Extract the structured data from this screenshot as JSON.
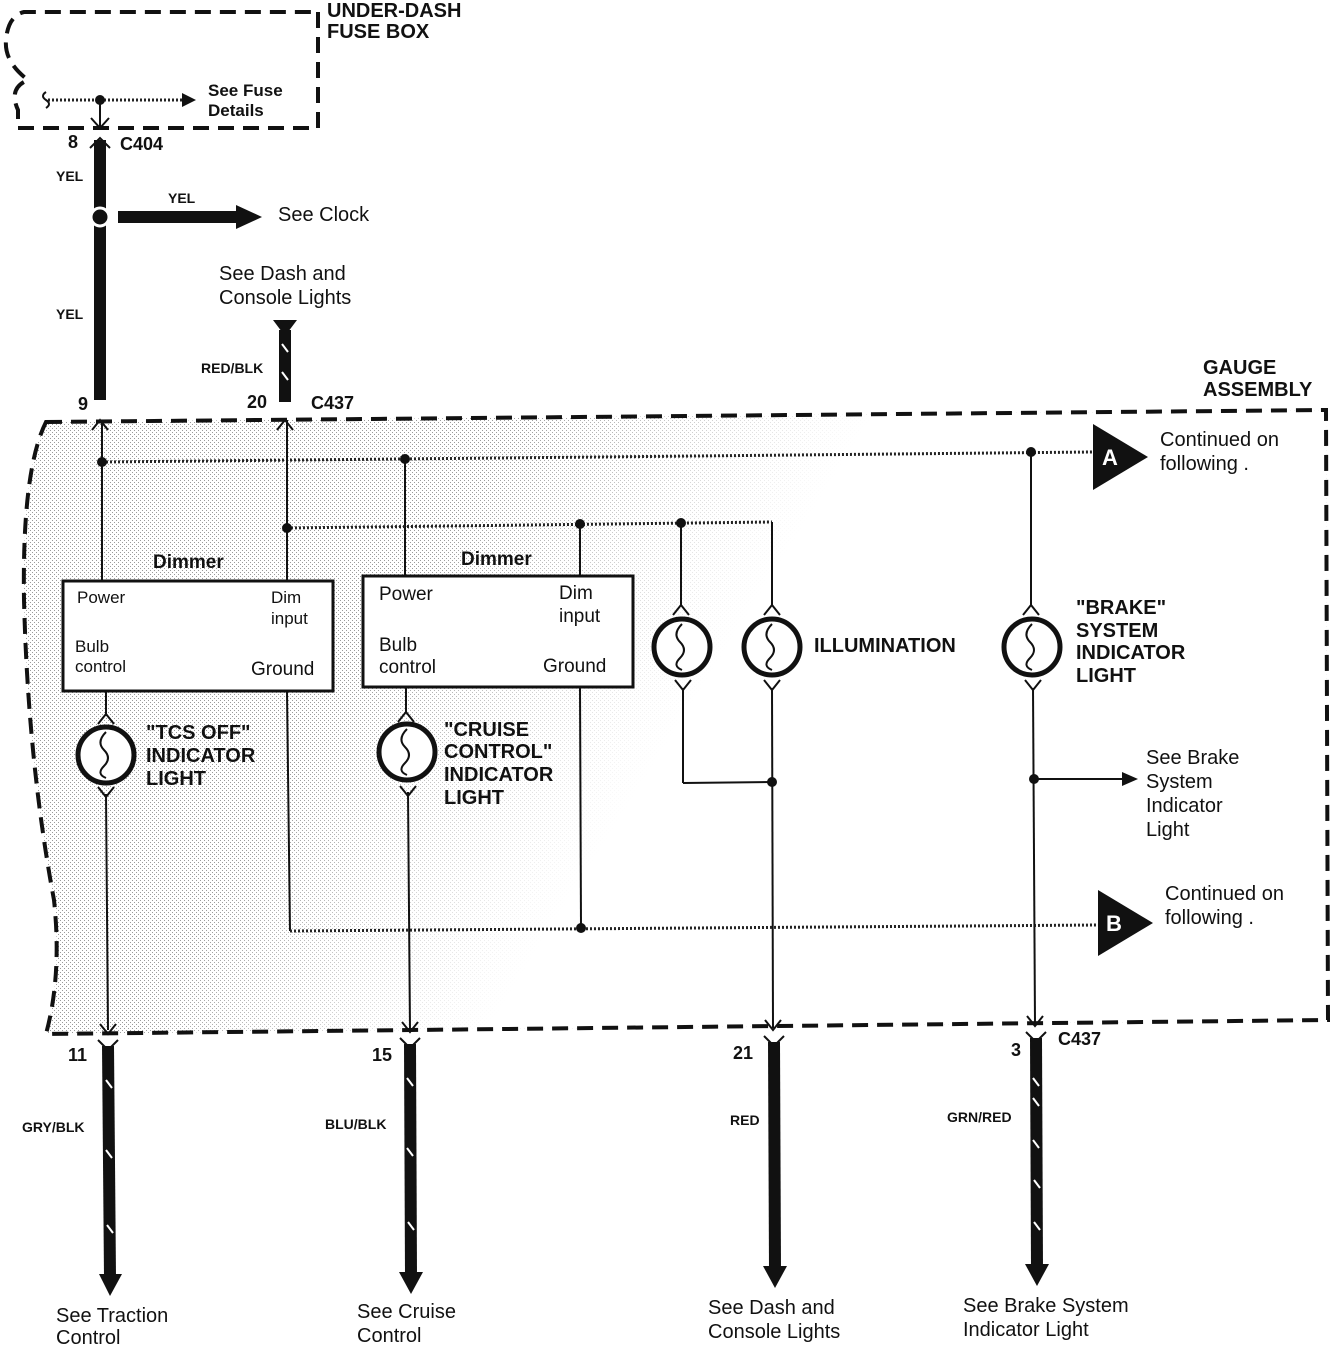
{
  "fuse_box": {
    "title_line1": "UNDER-DASH",
    "title_line2": "FUSE BOX",
    "see_fuse_line1": "See Fuse",
    "see_fuse_line2": "Details",
    "pin": "8",
    "connector": "C404"
  },
  "top_wiring": {
    "yel_upper": "YEL",
    "yel_branch": "YEL",
    "yel_lower": "YEL",
    "see_clock": "See Clock",
    "dash_ref_line1": "See Dash and",
    "dash_ref_line2": "Console Lights",
    "red_blk": "RED/BLK",
    "pin_9": "9",
    "pin_20": "20",
    "connector_top": "C437"
  },
  "gauge_assembly": {
    "title_line1": "GAUGE",
    "title_line2": "ASSEMBLY",
    "continued_a_marker": "A",
    "continued_a_line1": "Continued on",
    "continued_a_line2": "following .",
    "continued_b_marker": "B",
    "continued_b_line1": "Continued on",
    "continued_b_line2": "following ."
  },
  "dimmer_left": {
    "title": "Dimmer",
    "power": "Power",
    "dim_line1": "Dim",
    "dim_line2": "input",
    "bulb_line1": "Bulb",
    "bulb_line2": "control",
    "ground": "Ground"
  },
  "dimmer_right": {
    "title": "Dimmer",
    "power": "Power",
    "dim_line1": "Dim",
    "dim_line2": "input",
    "bulb_line1": "Bulb",
    "bulb_line2": "control",
    "ground": "Ground"
  },
  "lights": {
    "tcs_line1": "\"TCS OFF\"",
    "tcs_line2": "INDICATOR",
    "tcs_line3": "LIGHT",
    "cruise_line1": "\"CRUISE",
    "cruise_line2": "CONTROL\"",
    "cruise_line3": "INDICATOR",
    "cruise_line4": "LIGHT",
    "illumination": "ILLUMINATION",
    "brake_line1": "\"BRAKE\"",
    "brake_line2": "SYSTEM",
    "brake_line3": "INDICATOR",
    "brake_line4": "LIGHT",
    "brake_ref_line1": "See Brake",
    "brake_ref_line2": "System",
    "brake_ref_line3": "Indicator",
    "brake_ref_line4": "Light"
  },
  "bottom_outputs": {
    "pin_11": "11",
    "pin_15": "15",
    "pin_21": "21",
    "pin_3": "3",
    "connector_bottom": "C437",
    "wire_11": "GRY/BLK",
    "wire_15": "BLU/BLK",
    "wire_21": "RED",
    "wire_3": "GRN/RED",
    "out_11_line1": "See Traction",
    "out_11_line2": "Control",
    "out_15_line1": "See Cruise",
    "out_15_line2": "Control",
    "out_21_line1": "See Dash and",
    "out_21_line2": "Console Lights",
    "out_3_line1": "See Brake System",
    "out_3_line2": "Indicator Light"
  }
}
